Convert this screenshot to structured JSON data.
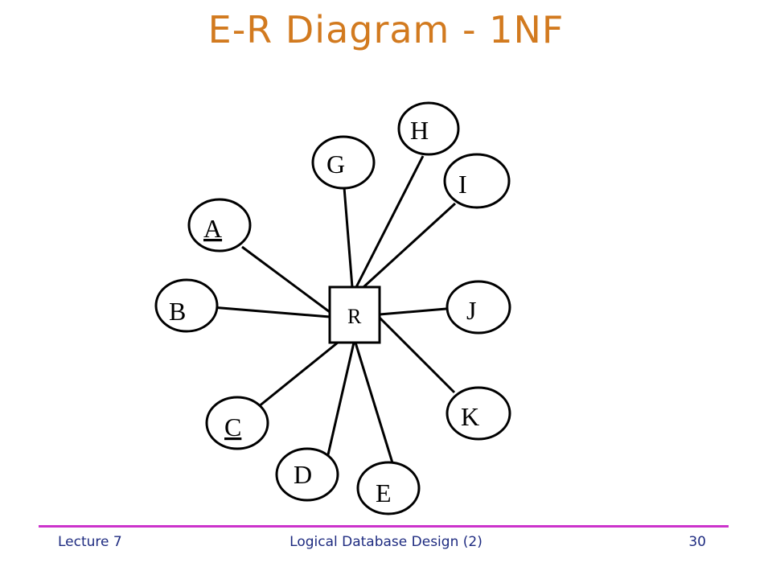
{
  "slide": {
    "title": "E-R Diagram - 1NF",
    "footer_left": "Lecture 7",
    "footer_center": "Logical Database Design (2)",
    "page_number": "30"
  },
  "colors": {
    "title": "#d27a1f",
    "footer_text": "#1e2b80",
    "footer_rule": "#cc33cc"
  },
  "diagram": {
    "entity": {
      "label": "R"
    },
    "attributes": [
      {
        "label": "H",
        "key": false
      },
      {
        "label": "G",
        "key": false
      },
      {
        "label": "I",
        "key": false
      },
      {
        "label": "A",
        "key": true
      },
      {
        "label": "B",
        "key": false
      },
      {
        "label": "J",
        "key": false
      },
      {
        "label": "K",
        "key": false
      },
      {
        "label": "C",
        "key": true
      },
      {
        "label": "D",
        "key": false
      },
      {
        "label": "E",
        "key": false
      }
    ]
  }
}
